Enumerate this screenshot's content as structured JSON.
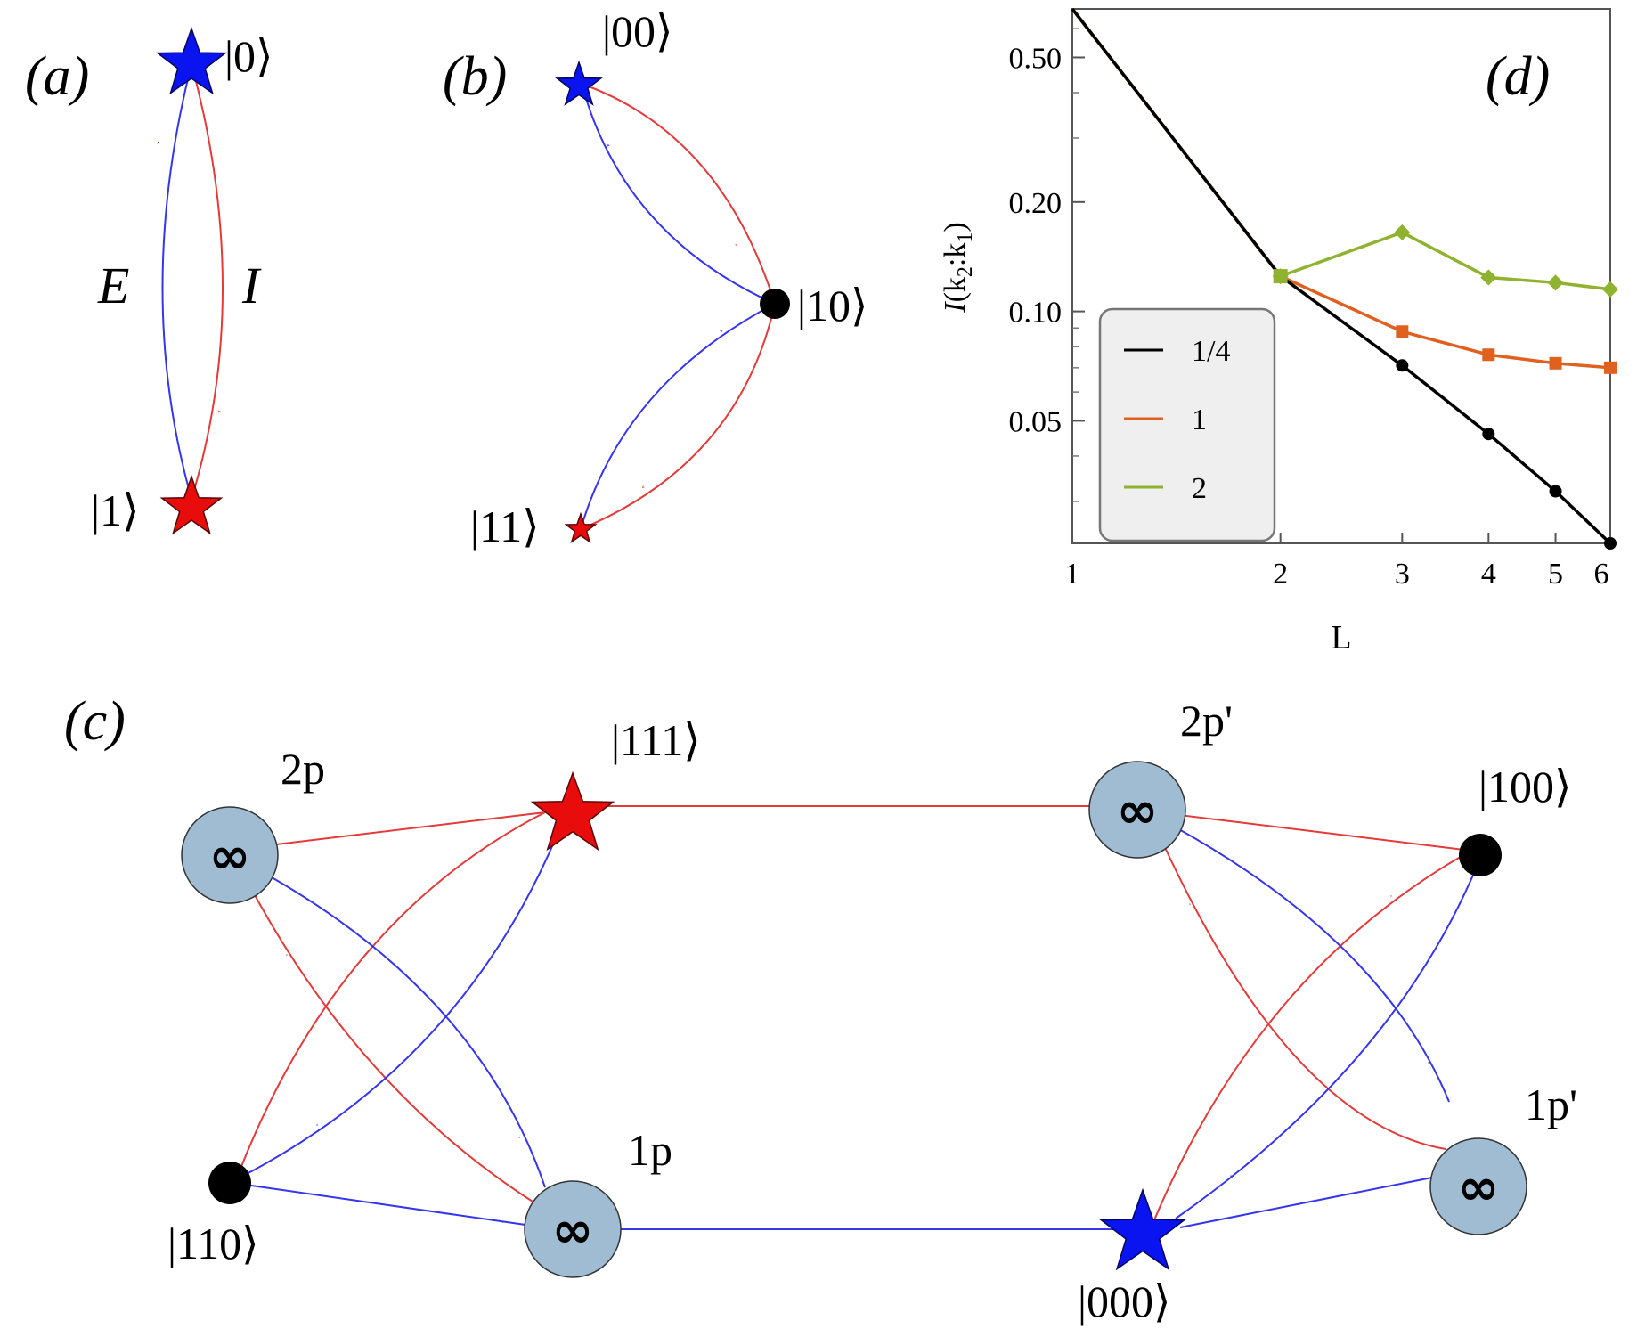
{
  "panels": {
    "a": {
      "label": "(a)",
      "state_top": "|0⟩",
      "state_bottom": "|1⟩",
      "edge_left": "E",
      "edge_right": "I"
    },
    "b": {
      "label": "(b)",
      "state_00": "|00⟩",
      "state_10": "|10⟩",
      "state_11": "|11⟩"
    },
    "c": {
      "label": "(c)",
      "state_111": "|111⟩",
      "state_100": "|100⟩",
      "state_110": "|110⟩",
      "state_000": "|000⟩",
      "node_2p": "2p",
      "node_2pp": "2p'",
      "node_1p": "1p",
      "node_1pp": "1p'",
      "infinity": "∞"
    },
    "d": {
      "label": "(d)"
    }
  },
  "chart_data": {
    "type": "line",
    "xlabel": "L",
    "ylabel": "I(k2:k1)",
    "ylabel_main": "I",
    "ylabel_rest": "(k",
    "ylabel_sub1": "2",
    "ylabel_mid": ":k",
    "ylabel_sub2": "1",
    "ylabel_end": ")",
    "x_scale": "log",
    "y_scale": "log",
    "xlim": [
      1,
      6
    ],
    "ylim": [
      0.023,
      0.68
    ],
    "xticks": [
      1,
      2,
      3,
      4,
      5,
      6
    ],
    "xtick_labels": [
      "1",
      "2",
      "3",
      "4",
      "5",
      "6"
    ],
    "yticks": [
      0.05,
      0.1,
      0.2,
      0.5
    ],
    "ytick_labels": [
      "0.05",
      "0.10",
      "0.20",
      "0.50"
    ],
    "legend_position": "bottom-left",
    "series": [
      {
        "name": "1/4",
        "color": "#000000",
        "marker": "circle",
        "x": [
          1,
          2,
          3,
          4,
          5,
          6
        ],
        "y": [
          0.68,
          0.125,
          0.071,
          0.046,
          0.032,
          0.023
        ]
      },
      {
        "name": "1",
        "color": "#e06020",
        "marker": "square",
        "x": [
          1,
          2,
          3,
          4,
          5,
          6
        ],
        "y": [
          0.68,
          0.125,
          0.088,
          0.076,
          0.072,
          0.07
        ]
      },
      {
        "name": "2",
        "color": "#8fb22f",
        "marker": "diamond",
        "x": [
          1,
          2,
          3,
          4,
          5,
          6
        ],
        "y": [
          0.68,
          0.125,
          0.165,
          0.124,
          0.12,
          0.115
        ]
      }
    ]
  }
}
